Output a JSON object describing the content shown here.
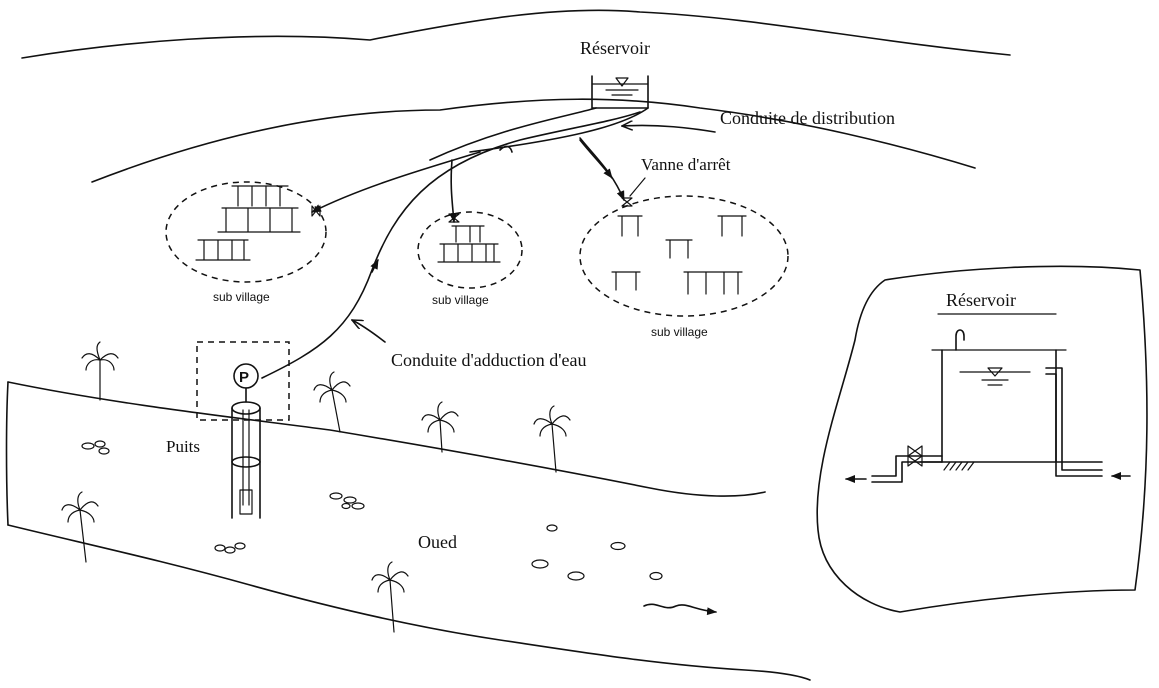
{
  "labels": {
    "reservoir_top": "Réservoir",
    "distribution_pipe": "Conduite de distribution",
    "stop_valve": "Vanne d'arrêt",
    "sub_village_left": "sub village",
    "sub_village_center": "sub village",
    "sub_village_right": "sub village",
    "supply_pipe": "Conduite d'adduction d'eau",
    "well": "Puits",
    "wadi": "Oued",
    "reservoir_detail": "Réservoir",
    "pump_symbol": "P"
  }
}
